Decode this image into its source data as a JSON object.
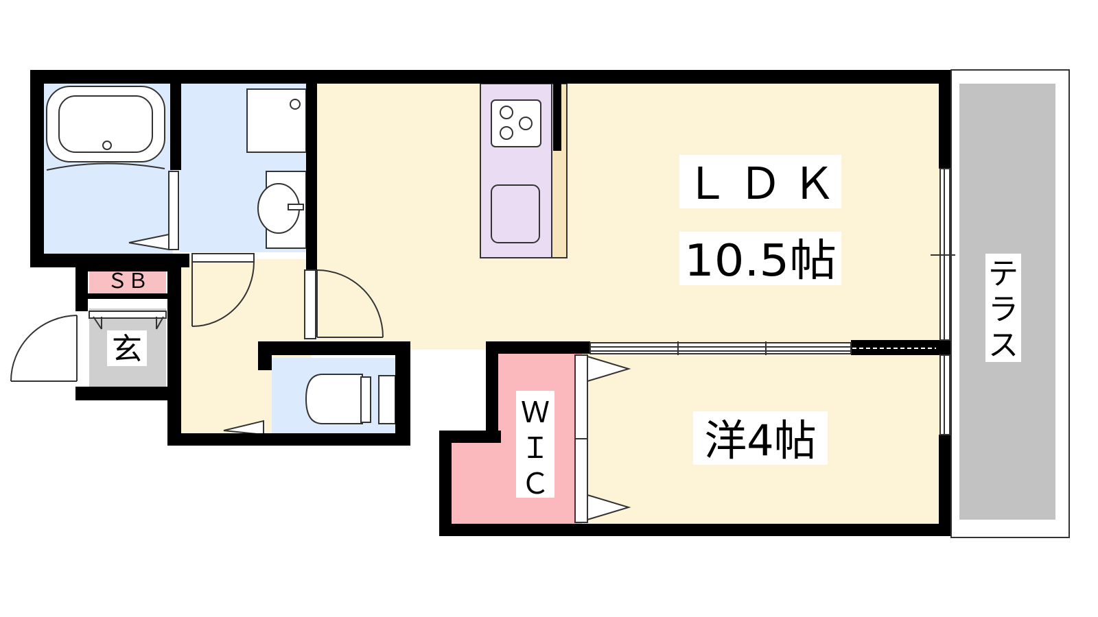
{
  "rooms": {
    "ldk": {
      "label": "ＬＤＫ",
      "size": "10.5帖"
    },
    "western": {
      "label": "洋4帖"
    },
    "wic": {
      "label": "ＷＩＣ",
      "chars": [
        "Ｗ",
        "Ｉ",
        "Ｃ"
      ]
    },
    "terrace": {
      "label": "テラス",
      "chars": [
        "テ",
        "ラ",
        "ス"
      ]
    },
    "entrance": {
      "label": "玄"
    },
    "shoe_box": {
      "label": "ＳＢ"
    }
  },
  "colors": {
    "wall": "#000000",
    "ldk_floor": "#fdf3d6",
    "wet_area": "#dbeafc",
    "kitchen": "#eadcf2",
    "wic": "#fbb8bd",
    "sb": "#f9c0c4",
    "terrace": "#c2c2c2",
    "entrance": "#cfcfcf"
  }
}
